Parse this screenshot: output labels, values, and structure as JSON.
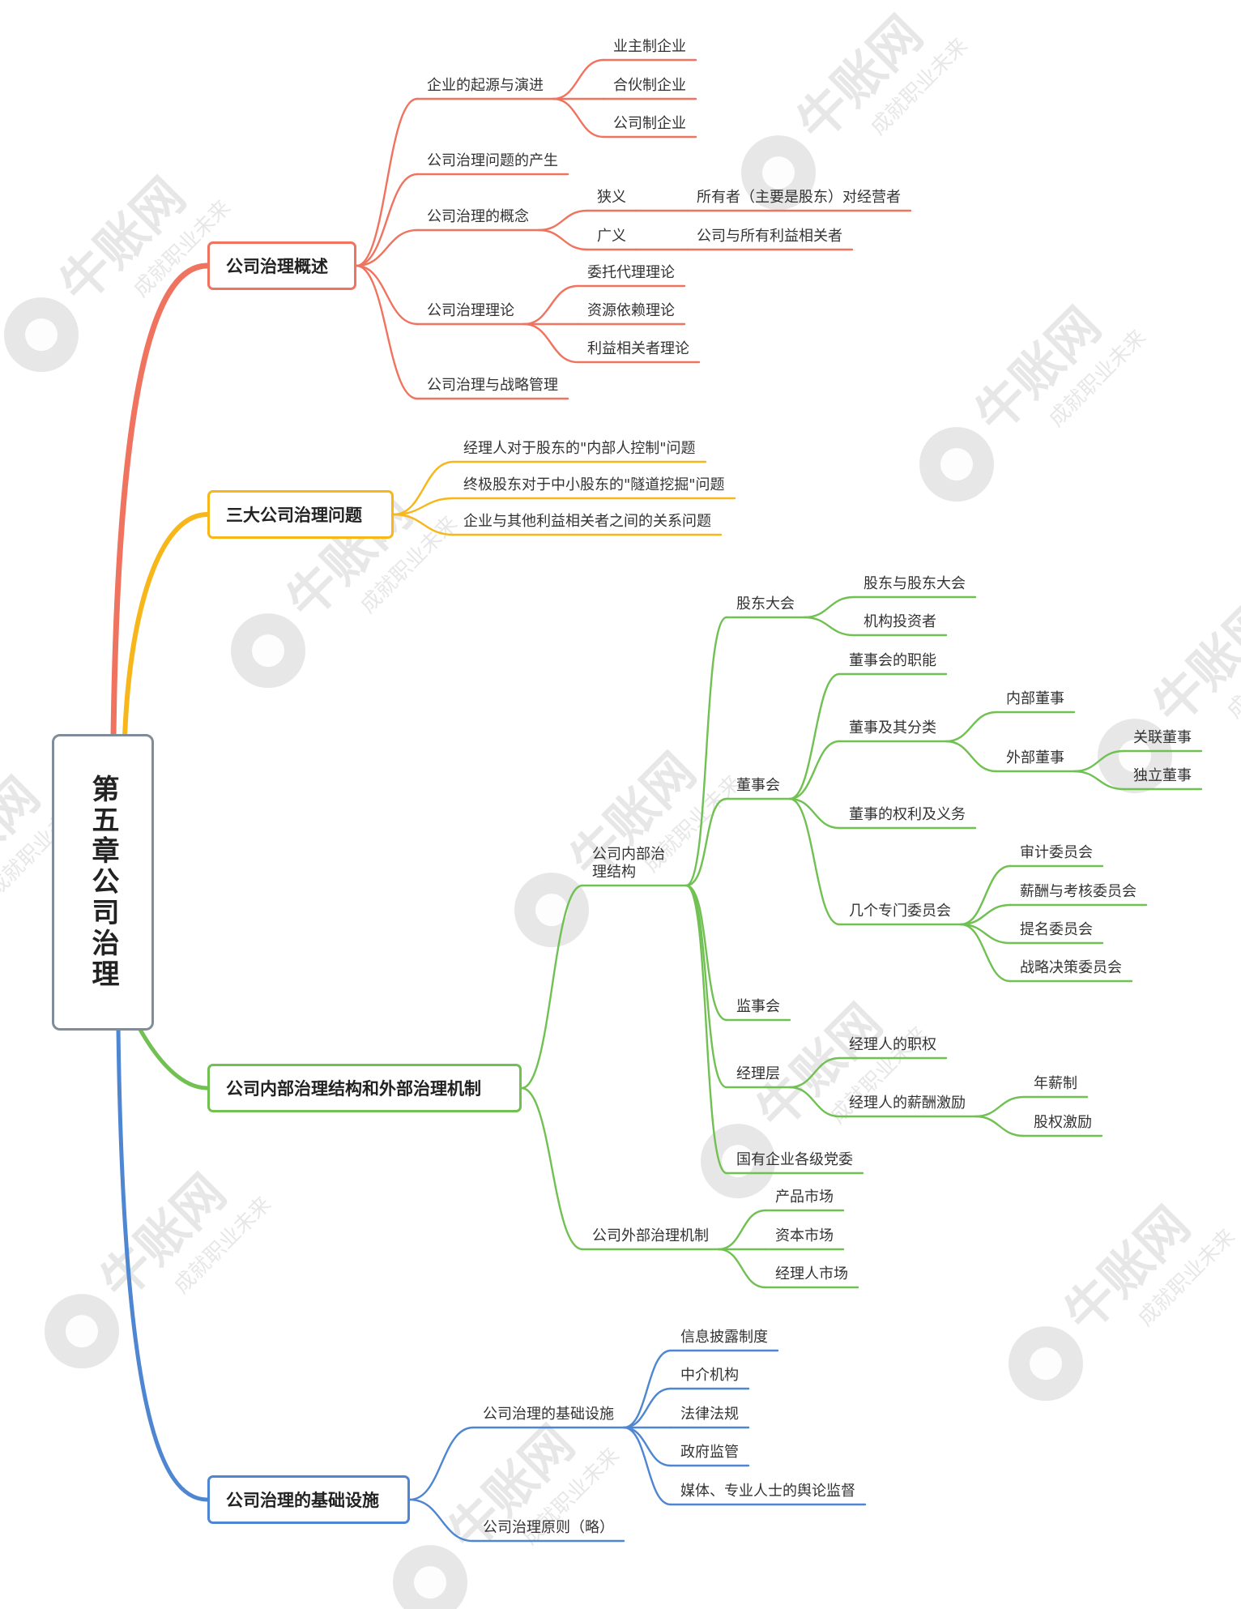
{
  "root": {
    "title": "第五章公司治理"
  },
  "watermark": {
    "brand": "牛账网",
    "slogan": "成就职业未来"
  },
  "colors": {
    "red": "#f0735f",
    "yellow": "#f7b61a",
    "green": "#70c052",
    "blue": "#4f86d1",
    "root_border": "#7f8c99"
  },
  "branches": [
    {
      "title": "公司治理概述",
      "color": "red",
      "children": [
        {
          "label": "企业的起源与演进",
          "children": [
            {
              "label": "业主制企业"
            },
            {
              "label": "合伙制企业"
            },
            {
              "label": "公司制企业"
            }
          ]
        },
        {
          "label": "公司治理问题的产生"
        },
        {
          "label": "公司治理的概念",
          "children": [
            {
              "label": "狭义",
              "children": [
                {
                  "label": "所有者（主要是股东）对经营者"
                }
              ]
            },
            {
              "label": "广义",
              "children": [
                {
                  "label": "公司与所有利益相关者"
                }
              ]
            }
          ]
        },
        {
          "label": "公司治理理论",
          "children": [
            {
              "label": "委托代理理论"
            },
            {
              "label": "资源依赖理论"
            },
            {
              "label": "利益相关者理论"
            }
          ]
        },
        {
          "label": "公司治理与战略管理"
        }
      ]
    },
    {
      "title": "三大公司治理问题",
      "color": "yellow",
      "children": [
        {
          "label": "经理人对于股东的\"内部人控制\"问题"
        },
        {
          "label": "终极股东对于中小股东的\"隧道挖掘\"问题"
        },
        {
          "label": "企业与其他利益相关者之间的关系问题"
        }
      ]
    },
    {
      "title": "公司内部治理结构和外部治理机制",
      "color": "green",
      "children": [
        {
          "label": "公司内部治理结构",
          "children": [
            {
              "label": "股东大会",
              "children": [
                {
                  "label": "股东与股东大会"
                },
                {
                  "label": "机构投资者"
                }
              ]
            },
            {
              "label": "董事会",
              "children": [
                {
                  "label": "董事会的职能"
                },
                {
                  "label": "董事及其分类",
                  "children": [
                    {
                      "label": "内部董事"
                    },
                    {
                      "label": "外部董事",
                      "children": [
                        {
                          "label": "关联董事"
                        },
                        {
                          "label": "独立董事"
                        }
                      ]
                    }
                  ]
                },
                {
                  "label": "董事的权利及义务"
                },
                {
                  "label": "几个专门委员会",
                  "children": [
                    {
                      "label": "审计委员会"
                    },
                    {
                      "label": "薪酬与考核委员会"
                    },
                    {
                      "label": "提名委员会"
                    },
                    {
                      "label": "战略决策委员会"
                    }
                  ]
                }
              ]
            },
            {
              "label": "监事会"
            },
            {
              "label": "经理层",
              "children": [
                {
                  "label": "经理人的职权"
                },
                {
                  "label": "经理人的薪酬激励",
                  "children": [
                    {
                      "label": "年薪制"
                    },
                    {
                      "label": "股权激励"
                    }
                  ]
                }
              ]
            },
            {
              "label": "国有企业各级党委"
            }
          ]
        },
        {
          "label": "公司外部治理机制",
          "children": [
            {
              "label": "产品市场"
            },
            {
              "label": "资本市场"
            },
            {
              "label": "经理人市场"
            }
          ]
        }
      ]
    },
    {
      "title": "公司治理的基础设施",
      "color": "blue",
      "children": [
        {
          "label": "公司治理的基础设施",
          "children": [
            {
              "label": "信息披露制度"
            },
            {
              "label": "中介机构"
            },
            {
              "label": "法律法规"
            },
            {
              "label": "政府监管"
            },
            {
              "label": "媒体、专业人士的舆论监督"
            }
          ]
        },
        {
          "label": "公司治理原则（略）"
        }
      ]
    }
  ]
}
